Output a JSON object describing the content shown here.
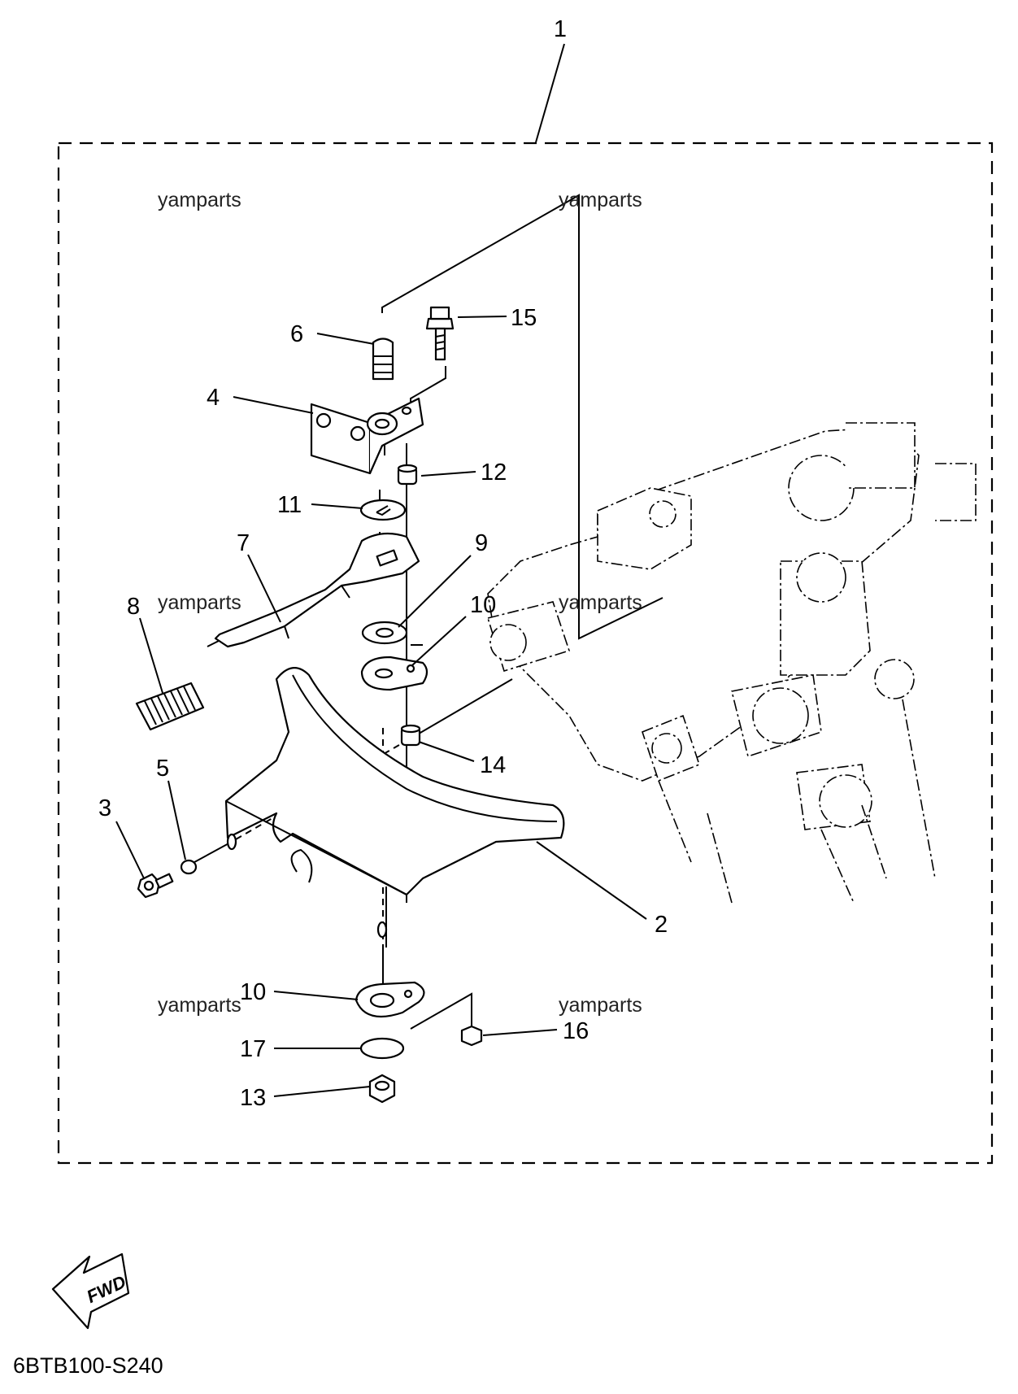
{
  "diagram": {
    "assembly_callout": "1",
    "callouts": {
      "c2": "2",
      "c3": "3",
      "c4": "4",
      "c5": "5",
      "c6": "6",
      "c7": "7",
      "c8": "8",
      "c9": "9",
      "c10a": "10",
      "c10b": "10",
      "c11": "11",
      "c12": "12",
      "c13": "13",
      "c14": "14",
      "c15": "15",
      "c16": "16",
      "c17": "17"
    },
    "watermarks": [
      "yamparts",
      "yamparts",
      "yamparts",
      "yamparts",
      "yamparts",
      "yamparts"
    ],
    "fwd_label": "FWD",
    "diagram_code": "6BTB100-S240"
  }
}
